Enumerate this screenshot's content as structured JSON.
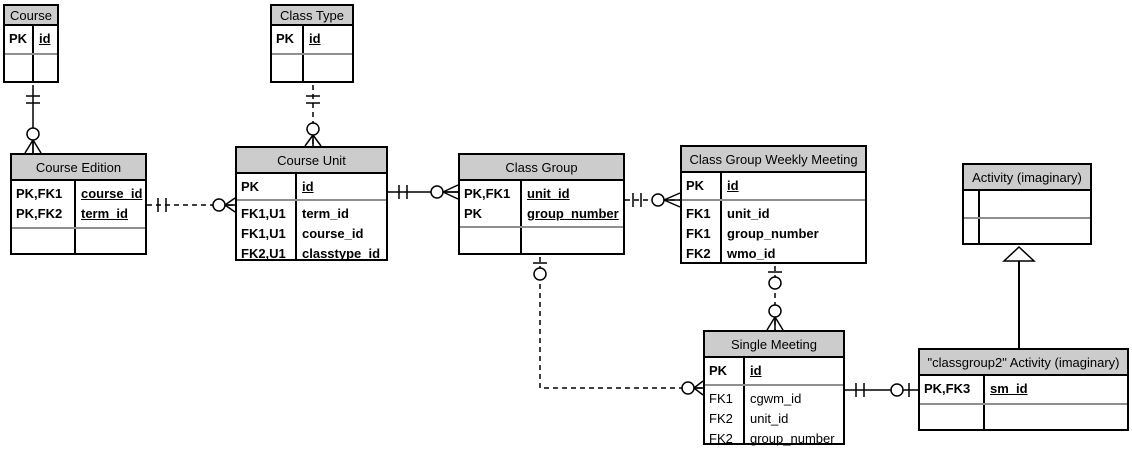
{
  "colors": {
    "header_fill": "#cccccc",
    "table_border": "#000000",
    "section_divider": "#8f8f8f",
    "line_color": "#000000",
    "background": "#ffffff"
  },
  "tables": {
    "course": {
      "title": "Course",
      "primary": [
        {
          "key": "PK",
          "attr": "id"
        }
      ],
      "attrs": []
    },
    "class_type": {
      "title": "Class Type",
      "primary": [
        {
          "key": "PK",
          "attr": "id"
        }
      ],
      "attrs": []
    },
    "course_edition": {
      "title": "Course Edition",
      "primary": [
        {
          "key": "PK,FK1",
          "attr": "course_id"
        },
        {
          "key": "PK,FK2",
          "attr": "term_id"
        }
      ],
      "attrs": []
    },
    "course_unit": {
      "title": "Course Unit",
      "primary": [
        {
          "key": "PK",
          "attr": "id"
        }
      ],
      "attrs": [
        {
          "key": "FK1,U1",
          "attr": "term_id"
        },
        {
          "key": "FK1,U1",
          "attr": "course_id"
        },
        {
          "key": "FK2,U1",
          "attr": "classtype_id"
        }
      ]
    },
    "class_group": {
      "title": "Class Group",
      "primary": [
        {
          "key": "PK,FK1",
          "attr": "unit_id"
        },
        {
          "key": "PK",
          "attr": "group_number"
        }
      ],
      "attrs": []
    },
    "class_group_weekly_meeting": {
      "title": "Class Group Weekly Meeting",
      "primary": [
        {
          "key": "PK",
          "attr": "id"
        }
      ],
      "attrs": [
        {
          "key": "FK1",
          "attr": "unit_id"
        },
        {
          "key": "FK1",
          "attr": "group_number"
        },
        {
          "key": "FK2",
          "attr": "wmo_id"
        }
      ]
    },
    "activity_imaginary": {
      "title": "Activity (imaginary)",
      "primary": [],
      "attrs": []
    },
    "single_meeting": {
      "title": "Single Meeting",
      "primary": [
        {
          "key": "PK",
          "attr": "id"
        }
      ],
      "attrs": [
        {
          "key": "FK1",
          "attr": "cgwm_id"
        },
        {
          "key": "FK2",
          "attr": "unit_id"
        },
        {
          "key": "FK2",
          "attr": "group_number"
        }
      ]
    },
    "classgroup2_activity": {
      "title": "\"classgroup2\" Activity (imaginary)",
      "primary": [
        {
          "key": "PK,FK3",
          "attr": "sm_id"
        }
      ],
      "attrs": []
    }
  },
  "relationships": [
    {
      "from": "Course",
      "to": "Course Edition",
      "from_cardinality": "one and only one",
      "to_cardinality": "zero or many",
      "line_style": "solid"
    },
    {
      "from": "Class Type",
      "to": "Course Unit",
      "from_cardinality": "one and only one",
      "to_cardinality": "zero or many",
      "line_style": "dashed"
    },
    {
      "from": "Course Edition",
      "to": "Course Unit",
      "from_cardinality": "one and only one",
      "to_cardinality": "zero or many",
      "line_style": "dashed"
    },
    {
      "from": "Course Unit",
      "to": "Class Group",
      "from_cardinality": "one and only one",
      "to_cardinality": "zero or many",
      "line_style": "solid"
    },
    {
      "from": "Class Group",
      "to": "Class Group Weekly Meeting",
      "from_cardinality": "one and only one",
      "to_cardinality": "zero or many",
      "line_style": "dashed"
    },
    {
      "from": "Class Group Weekly Meeting",
      "to": "Single Meeting",
      "from_cardinality": "zero or one",
      "to_cardinality": "zero or many",
      "line_style": "dashed"
    },
    {
      "from": "Class Group",
      "to": "Single Meeting",
      "from_cardinality": "zero or one",
      "to_cardinality": "zero or many",
      "line_style": "dashed"
    },
    {
      "from": "Single Meeting",
      "to": "\"classgroup2\" Activity (imaginary)",
      "from_cardinality": "one and only one",
      "to_cardinality": "zero or one",
      "line_style": "solid"
    },
    {
      "from": "\"classgroup2\" Activity (imaginary)",
      "to": "Activity (imaginary)",
      "type": "inheritance",
      "line_style": "solid"
    }
  ]
}
